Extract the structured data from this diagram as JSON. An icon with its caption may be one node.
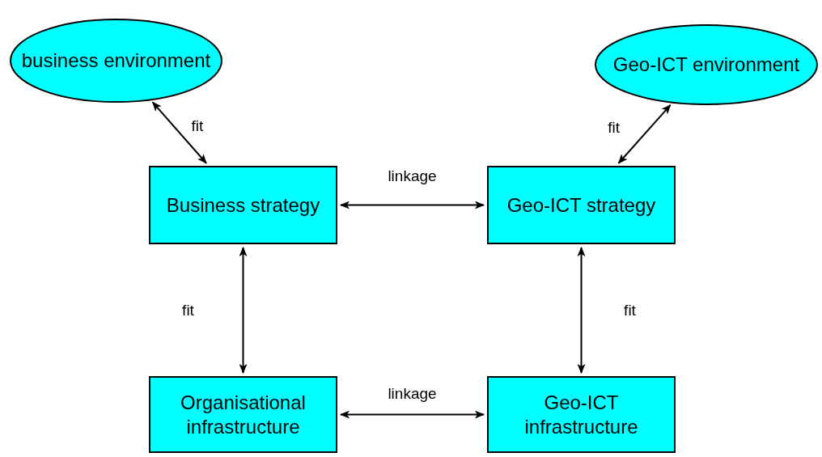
{
  "diagram": {
    "nodes": [
      {
        "text": [
          "business environment"
        ]
      },
      {
        "text": [
          "Geo-ICT environment"
        ]
      },
      {
        "text": [
          "Business strategy"
        ]
      },
      {
        "text": [
          "Geo-ICT strategy"
        ]
      },
      {
        "text": [
          "Organisational infrastructure"
        ]
      },
      {
        "text": [
          "Geo-ICT infrastructure"
        ]
      }
    ],
    "edges": [
      {
        "from": 0,
        "to": 2,
        "arrow": "both",
        "label": "fit"
      },
      {
        "from": 1,
        "to": 3,
        "arrow": "both",
        "label": "fit"
      },
      {
        "from": 2,
        "to": 3,
        "arrow": "both",
        "label": "linkage"
      },
      {
        "from": 2,
        "to": 4,
        "arrow": "both",
        "label": "fit"
      },
      {
        "from": 3,
        "to": 5,
        "arrow": "both",
        "label": "fit"
      },
      {
        "from": 4,
        "to": 5,
        "arrow": "both",
        "label": "linkage"
      }
    ]
  }
}
